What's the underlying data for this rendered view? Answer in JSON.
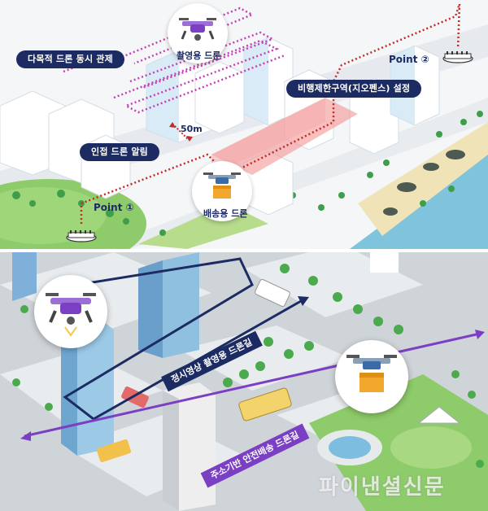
{
  "top_panel": {
    "labels": {
      "multi_drone": "다목적 드론 동시 관제",
      "nearby_alert": "인접 드론 알림",
      "no_fly_zone": "비행제한구역(지오펜스) 설정"
    },
    "filming_drone_label": "촬영용 드론",
    "delivery_drone_label": "배송용 드론",
    "point1": "Point ①",
    "point2": "Point ②",
    "distance": "50m"
  },
  "bottom_panel": {
    "route_filming": "정시영상 촬영용 드론길",
    "route_delivery": "주소기반 안전배송 드론길",
    "watermark": "파이낸셜신문"
  },
  "colors": {
    "navy": "#1d2b63",
    "purple": "#7b3fc4",
    "route_red": "#c62828",
    "route_magenta": "#c63fb5",
    "drone_purple": "#9b6fd6",
    "box_orange": "#f2a82c"
  }
}
